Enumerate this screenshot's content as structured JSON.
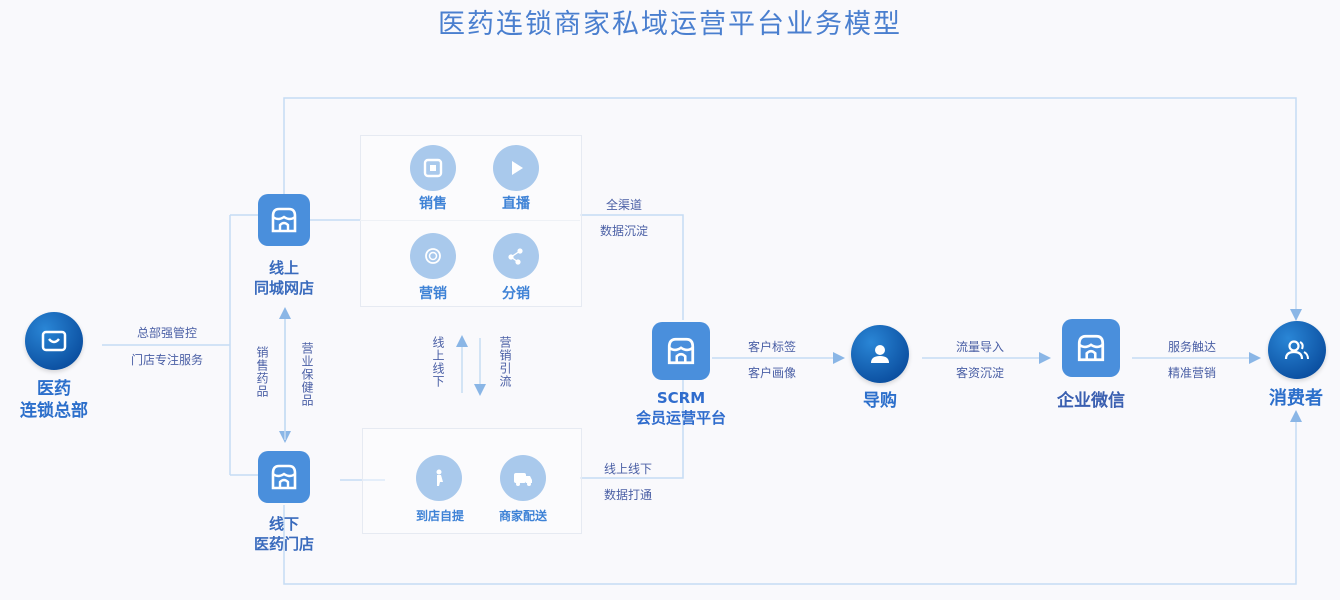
{
  "title": "医药连锁商家私域运营平台业务模型",
  "colors": {
    "accent": "#2c6fcb",
    "node_square": "#4a8fdc",
    "service_circle": "#a9c9ec",
    "line": "#b9d3ef",
    "dark_circle": "#0a4d9e"
  },
  "nodes": {
    "hq": {
      "label_line1": "医药",
      "label_line2": "连锁总部",
      "icon": "shopping-bag-icon"
    },
    "online_store": {
      "label_line1": "线上",
      "label_line2": "同城网店",
      "icon": "storefront-icon"
    },
    "offline_store": {
      "label_line1": "线下",
      "label_line2": "医药门店",
      "icon": "storefront-icon"
    },
    "scrm": {
      "label_line1": "SCRM",
      "label_line2": "会员运营平台",
      "icon": "storefront-icon"
    },
    "guide": {
      "label": "导购",
      "icon": "agent-icon"
    },
    "wecom": {
      "label": "企业微信",
      "icon": "storefront-icon"
    },
    "consumer": {
      "label": "消费者",
      "icon": "users-icon"
    }
  },
  "online_services": [
    {
      "label": "销售",
      "icon": "square-icon"
    },
    {
      "label": "直播",
      "icon": "play-icon"
    },
    {
      "label": "营销",
      "icon": "target-icon"
    },
    {
      "label": "分销",
      "icon": "share-icon"
    }
  ],
  "offline_services": [
    {
      "label": "到店自提",
      "icon": "walk-icon"
    },
    {
      "label": "商家配送",
      "icon": "truck-icon"
    }
  ],
  "edge_labels": {
    "hq_top": "总部强管控",
    "hq_bottom": "门店专注服务",
    "store_left": "销售药品",
    "store_right": "营业保健品",
    "mid_left": "线上线下",
    "mid_right": "营销引流",
    "online_top": "全渠道",
    "online_bottom": "数据沉淀",
    "offline_top": "线上线下",
    "offline_bottom": "数据打通",
    "scrm_top": "客户标签",
    "scrm_bottom": "客户画像",
    "guide_top": "流量导入",
    "guide_bottom": "客资沉淀",
    "wecom_top": "服务触达",
    "wecom_bottom": "精准营销"
  }
}
